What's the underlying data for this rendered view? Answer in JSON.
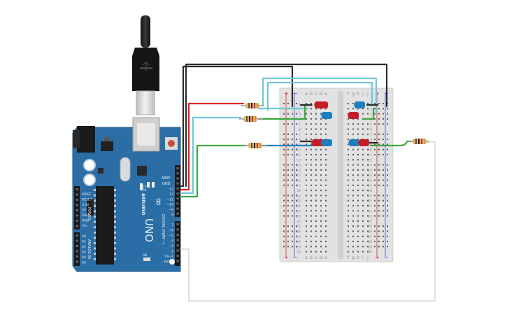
{
  "arduino": {
    "brand": "ARDUINO",
    "model": "UNO",
    "logo": "∞",
    "aref_label": "AREF",
    "gnd_label": "GND",
    "power_label": "POWER",
    "analog_label": "ANALOG IN",
    "digital_label": "DIGITAL (PWM ~)",
    "tx_label": "TX",
    "rx_label": "RX",
    "on_label": "ON",
    "power_pins": [
      "IOREF",
      "RESET",
      "3.3V",
      "5V",
      "GND",
      "GND",
      "Vin"
    ],
    "analog_pins": [
      "A0",
      "A1",
      "A2",
      "A3",
      "A4",
      "A5"
    ],
    "digital_pins": [
      "13",
      "12",
      "~11",
      "~10",
      "~9",
      "8",
      "7",
      "~6",
      "~5",
      "4",
      "~3",
      "2",
      "TX→1",
      "RX←0"
    ]
  },
  "breadboard": {
    "col_letters_left": [
      "a",
      "b",
      "c",
      "d",
      "e"
    ],
    "col_letters_right": [
      "f",
      "g",
      "h",
      "i",
      "j"
    ],
    "row_numbers": [
      "1",
      "2",
      "3",
      "4",
      "5",
      "6",
      "7",
      "8",
      "9",
      "10",
      "11",
      "12",
      "13",
      "14",
      "15",
      "16",
      "17",
      "18",
      "19",
      "20",
      "21",
      "22",
      "23",
      "24",
      "25",
      "26",
      "27",
      "28",
      "29",
      "30"
    ],
    "rail_plus": "+",
    "rail_minus": "−"
  },
  "colors": {
    "board": "#2a6aa0",
    "wire_black": "#2b2b2b",
    "wire_red": "#d92525",
    "wire_cyan": "#6fc8d6",
    "wire_green": "#3da83d",
    "wire_gray": "#c8c8c8",
    "led_red": "#c51d25",
    "led_blue": "#1e7fbf"
  }
}
